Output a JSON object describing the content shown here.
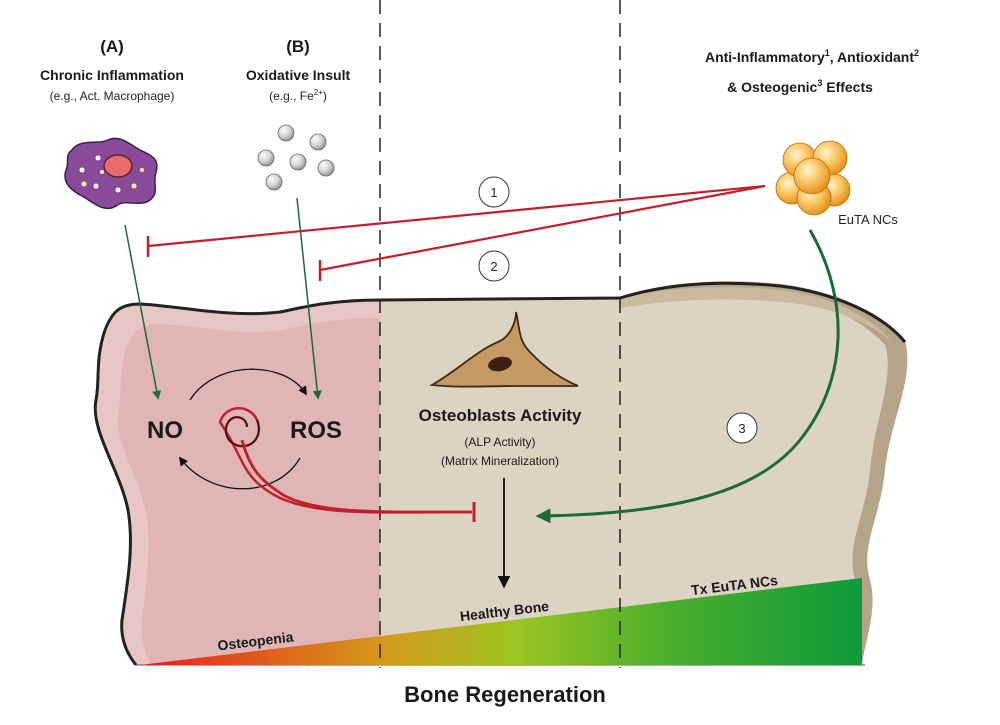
{
  "panel_a": {
    "letter": "(A)",
    "title": "Chronic Inflammation",
    "subtitle": "(e.g., Act. Macrophage)"
  },
  "panel_b": {
    "letter": "(B)",
    "title": "Oxidative Insult",
    "subtitle_prefix": "(e.g., Fe",
    "subtitle_sup": "2+",
    "subtitle_suffix": ")"
  },
  "effects": {
    "line1_a": "Anti-Inflammatory",
    "sup1": "1",
    "line1_b": ", Antioxidant",
    "sup2": "2",
    "line2_a": "& Osteogenic",
    "sup3": "3",
    "line2_b": " Effects"
  },
  "nanoclusters_label": "EuTA NCs",
  "pathway_markers": [
    "1",
    "2",
    "3"
  ],
  "no_label": "NO",
  "ros_label": "ROS",
  "osteoblast": {
    "title": "Osteoblasts Activity",
    "line1": "(ALP Activity)",
    "line2": "(Matrix Mineralization)"
  },
  "stages": {
    "osteopenia": "Osteopenia",
    "healthy": "Healthy Bone",
    "treated": "Tx EuTA NCs"
  },
  "footer": "Bone Regeneration",
  "colors": {
    "inhibit_red": "#c0202a",
    "promote_green": "#1a6b35",
    "bone_pink": "#e8c4c4",
    "bone_tan": "#ddd4c4",
    "gradient_start": "#e02020",
    "gradient_mid": "#9cc520",
    "gradient_end": "#0c9a3c"
  }
}
